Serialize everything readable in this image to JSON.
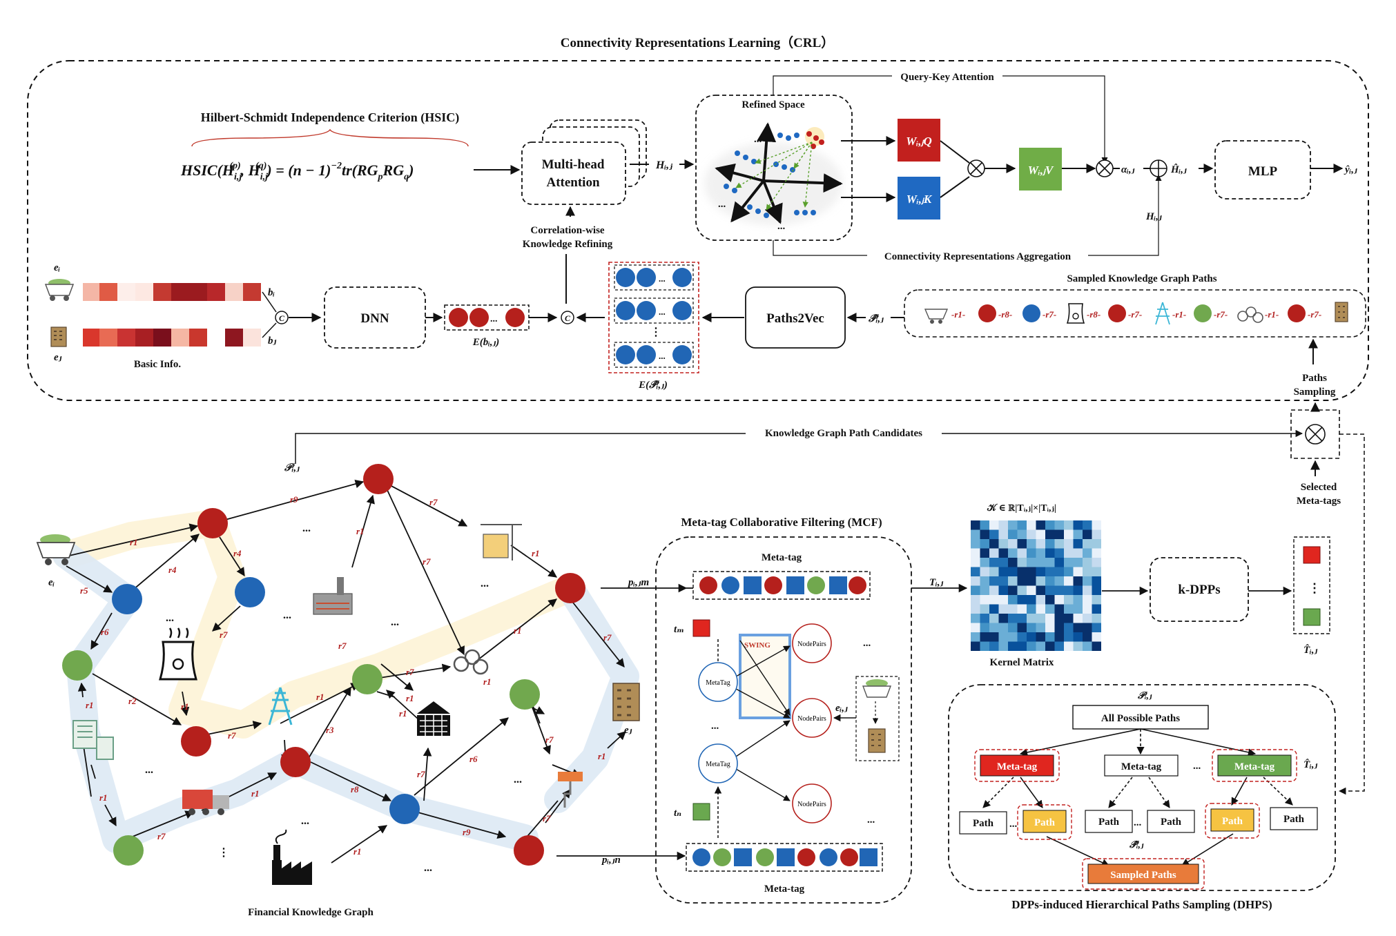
{
  "titles": {
    "crl": "Connectivity Representations Learning（CRL）",
    "hsic": "Hilbert-Schmidt Independence Criterion (HSIC)",
    "hsic_formula": "HSIC(H",
    "query_key": "Query-Key Attention",
    "refined_space": "Refined Space",
    "aggregation": "Connectivity Representations Aggregation",
    "correlation": "Correlation-wise",
    "knowledge_refining": "Knowledge Refining",
    "sampled_paths": "Sampled Knowledge Graph Paths",
    "basic_info": "Basic Info.",
    "paths_sampling_1": "Paths",
    "paths_sampling_2": "Sampling",
    "kg_candidates": "Knowledge Graph Path Candidates",
    "selected_1": "Selected",
    "selected_2": "Meta-tags",
    "mcf": "Meta-tag Collaborative Filtering (MCF)",
    "meta_tag_top": "Meta-tag",
    "meta_tag_bottom": "Meta-tag",
    "kernel_matrix": "Kernel Matrix",
    "kernel_symbol": "𝒦 ∈ ℝ|Tᵢ,ⱼ|×|Tᵢ,ⱼ|",
    "financial_kg": "Financial Knowledge Graph",
    "dhps": "DPPs-induced Hierarchical Paths Sampling (DHPS)",
    "swing": "SWING"
  },
  "boxes": {
    "mha_1": "Multi-head",
    "mha_2": "Attention",
    "dnn": "DNN",
    "paths2vec": "Paths2Vec",
    "mlp": "MLP",
    "kdpps": "k-DPPs",
    "all_paths": "All Possible Paths",
    "meta_tag": "Meta-tag",
    "path": "Path",
    "sampled": "Sampled Paths",
    "node_pairs": "NodePairs",
    "metatag_node": "MetaTag"
  },
  "symbols": {
    "H": "Hᵢ,ⱼ",
    "H_hat": "Ĥᵢ,ⱼ",
    "y_hat": "ŷᵢ,ⱼ",
    "alpha": "αᵢ,ⱼ",
    "Wq": "Wᵢ,ⱼQ",
    "Wk": "Wᵢ,ⱼK",
    "Wv": "Wᵢ,ⱼV",
    "ei": "eᵢ",
    "ej": "eⱼ",
    "bi": "bᵢ",
    "bj": "bⱼ",
    "E_b": "E(bᵢ,ⱼ)",
    "E_P": "E(𝒫̂ᵢ,ⱼ)",
    "P_hat": "𝒫̂ᵢ,ⱼ",
    "P": "𝒫ᵢ,ⱼ",
    "T": "Tᵢ,ⱼ",
    "T_hat": "T̂ᵢ,ⱼ",
    "pm": "pᵢ,ⱼm",
    "pn": "pᵢ,ⱼn",
    "eij": "eᵢ,ⱼ",
    "tm": "tₘ",
    "tn": "tₙ",
    "ellipsis": "...",
    "vdots": "⋮"
  },
  "colors": {
    "red": "#b5201c",
    "blue": "#2166b5",
    "green": "#71a84e",
    "wq": "#c2201e",
    "wk": "#1f69c2",
    "wv": "#70ad47",
    "relation": "#b22222",
    "meta_red": "#e0261f",
    "meta_green": "#6aa84f",
    "path_orange": "#f6c342",
    "sampled": "#e87b3a"
  }
}
